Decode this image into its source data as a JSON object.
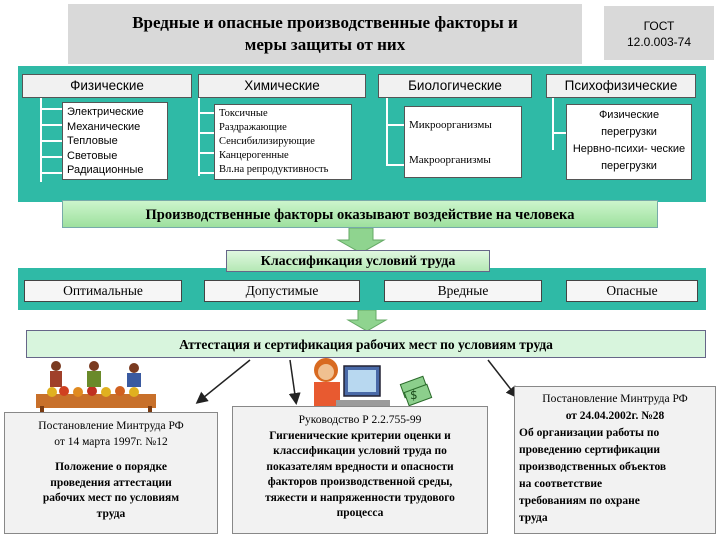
{
  "title": {
    "line1": "Вредные и опасные производственные факторы и",
    "line2": "меры защиты от них"
  },
  "gost": {
    "line1": "ГОСТ",
    "line2": "12.0.003-74"
  },
  "categories": [
    {
      "header": "Физические",
      "items": [
        "Электрические",
        "Механические",
        "Тепловые",
        "Световые",
        "Радиационные"
      ]
    },
    {
      "header": "Химические",
      "items": [
        "Токсичные",
        "Раздражающие",
        "Сенсибилизирующие",
        "Канцерогенные",
        "Вл.на репродуктивность"
      ]
    },
    {
      "header": "Биологические",
      "items": [
        "Микроорганизмы",
        "Макроорганизмы"
      ]
    },
    {
      "header": "Психофизические",
      "items": [
        "Физические перегрузки",
        "Нервно-психи- ческие перегрузки"
      ]
    }
  ],
  "impact_text": "Производственные факторы оказывают воздействие на человека",
  "classification": {
    "title": "Классификация условий труда",
    "classes": [
      "Оптимальные",
      "Допустимые",
      "Вредные",
      "Опасные"
    ]
  },
  "attestation_text": "Аттестация и сертификация рабочих мест по условиям труда",
  "docs": {
    "left": {
      "line1": "Постановление Минтруда РФ",
      "line2": "от 14 марта 1997г. №12",
      "line3": "Положение о порядке",
      "line4": "проведения аттестации",
      "line5": "рабочих мест по условиям",
      "line6": "труда"
    },
    "center": {
      "line1": "Руководство   Р 2.2.755-99",
      "line2": "Гигиенические критерии оценки и",
      "line3": "классификации условий труда по",
      "line4": "показателям вредности и опасности",
      "line5": "факторов производственной среды,",
      "line6": "тяжести и напряженности трудового",
      "line7": "процесса"
    },
    "right": {
      "line1": "Постановление Минтруда РФ",
      "line2": "от 24.04.2002г. №28",
      "line3": "Об организации работы по",
      "line4": "проведению сертификации",
      "line5": "производственных объектов",
      "line6": "на соответствие",
      "line7": "требованиям  по охране",
      "line8": "труда"
    }
  },
  "colors": {
    "teal_band": "#2fbaa6",
    "impact_green": "#9ee09e",
    "arrow_green": "#8fd48f",
    "attest_bg": "#d8f5dd"
  }
}
